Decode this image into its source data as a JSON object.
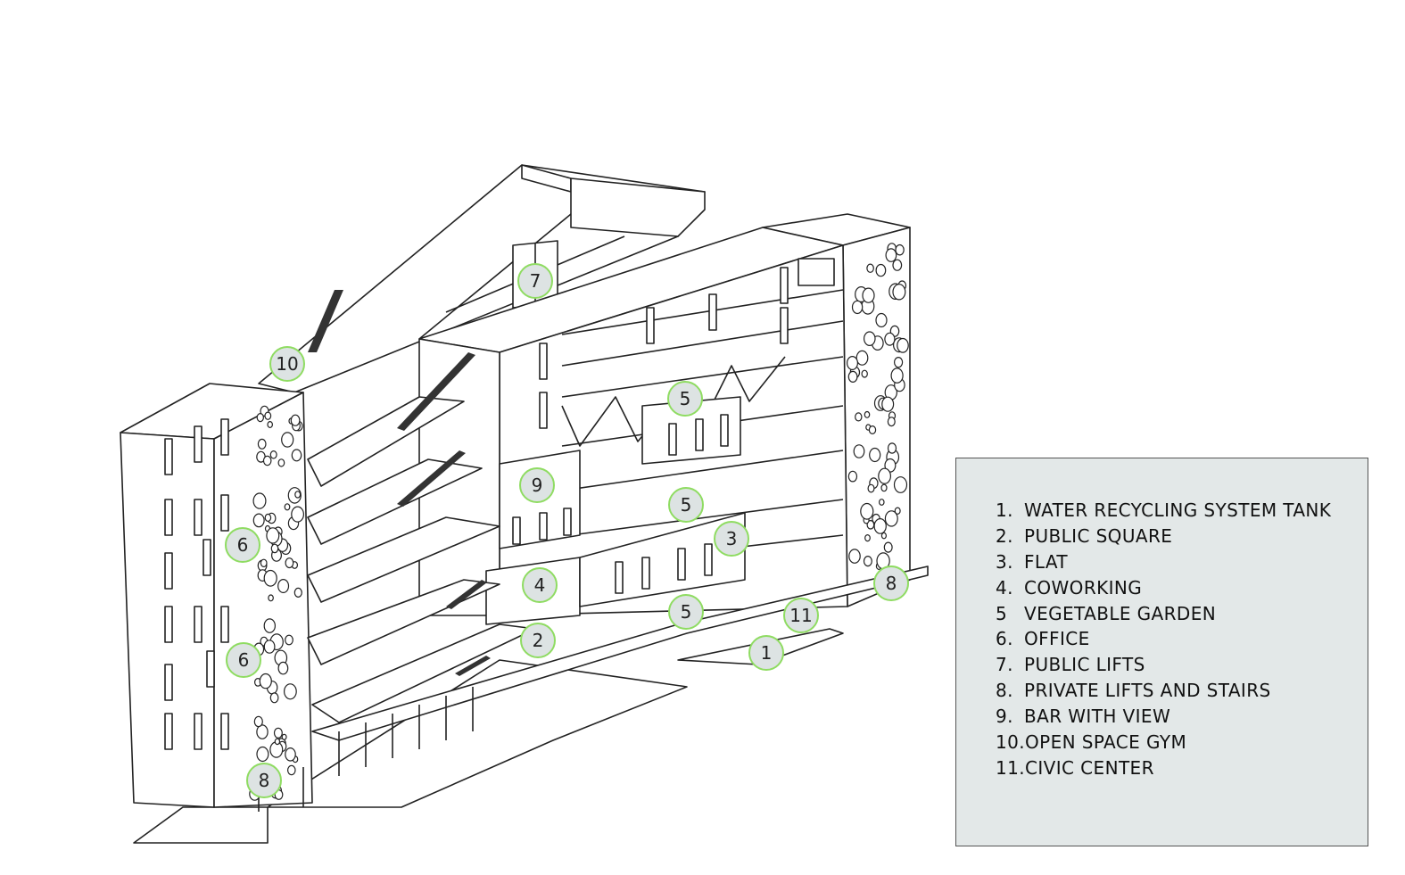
{
  "callouts": [
    {
      "label": "7"
    },
    {
      "label": "10"
    },
    {
      "label": "5"
    },
    {
      "label": "9"
    },
    {
      "label": "5"
    },
    {
      "label": "3"
    },
    {
      "label": "6"
    },
    {
      "label": "4"
    },
    {
      "label": "8"
    },
    {
      "label": "5"
    },
    {
      "label": "11"
    },
    {
      "label": "2"
    },
    {
      "label": "1"
    },
    {
      "label": "6"
    },
    {
      "label": "8"
    }
  ],
  "legend": {
    "items": [
      {
        "num": "1.",
        "text": "WATER RECYCLING SYSTEM TANK"
      },
      {
        "num": "2.",
        "text": "PUBLIC SQUARE"
      },
      {
        "num": "3.",
        "text": "FLAT"
      },
      {
        "num": "4.",
        "text": "COWORKING"
      },
      {
        "num": "5",
        "text": "VEGETABLE GARDEN"
      },
      {
        "num": "6.",
        "text": "OFFICE"
      },
      {
        "num": "7.",
        "text": "PUBLIC LIFTS"
      },
      {
        "num": "8.",
        "text": "PRIVATE LIFTS AND STAIRS"
      },
      {
        "num": "9.",
        "text": "BAR WITH VIEW"
      },
      {
        "num": "10.",
        "text": "OPEN SPACE GYM"
      },
      {
        "num": "11.",
        "text": "CIVIC CENTER"
      }
    ]
  },
  "colors": {
    "callout_ring": "#8fdc62",
    "callout_fill": "#dde3e3",
    "legend_bg": "#e3e8e8"
  }
}
